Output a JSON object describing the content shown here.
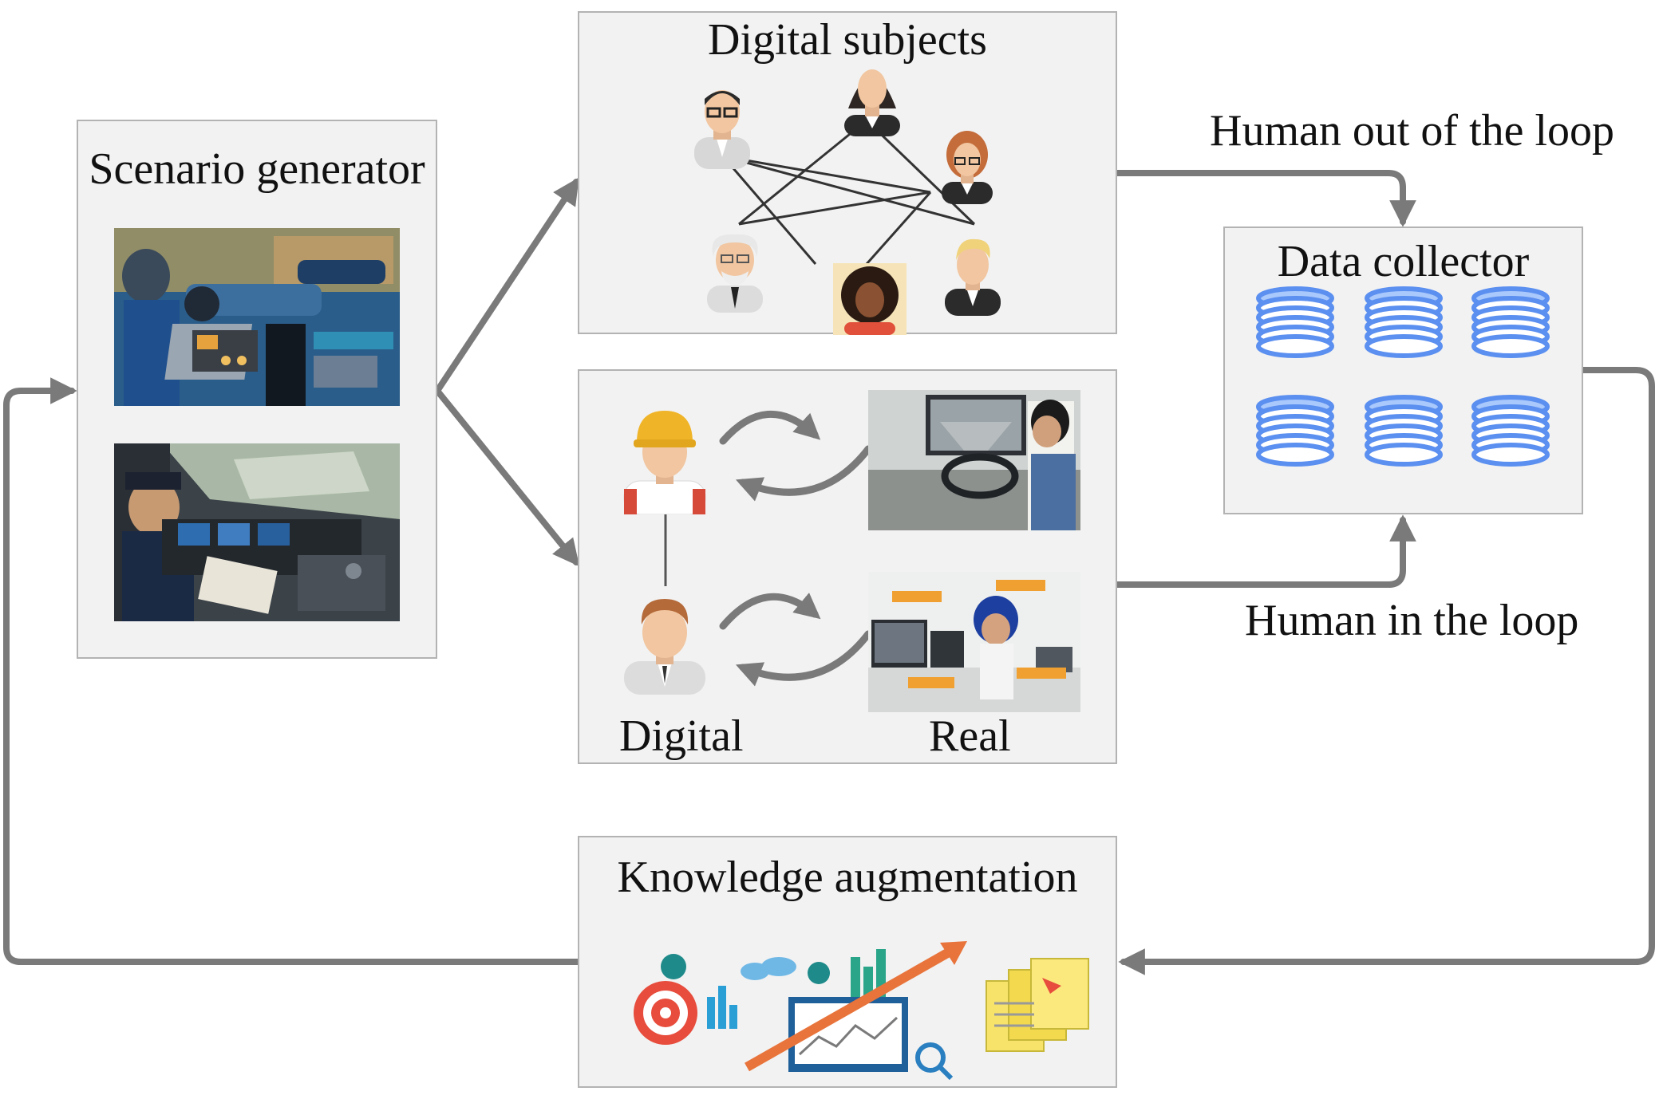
{
  "panels": {
    "scenario_generator": {
      "title": "Scenario generator"
    },
    "digital_subjects": {
      "title": "Digital subjects"
    },
    "loop_panel": {
      "digital_label": "Digital",
      "real_label": "Real"
    },
    "data_collector": {
      "title": "Data collector"
    },
    "knowledge_augmentation": {
      "title": "Knowledge augmentation"
    }
  },
  "edge_labels": {
    "human_out": "Human out of the loop",
    "human_in": "Human in the loop"
  },
  "colors": {
    "arrow": "#7a7a7a",
    "panel_fill": "#f2f2f2",
    "panel_border": "#b3b3b3",
    "database": "#5b8ff0",
    "helmet": "#f0b428",
    "growth_arrow": "#e8743b"
  }
}
